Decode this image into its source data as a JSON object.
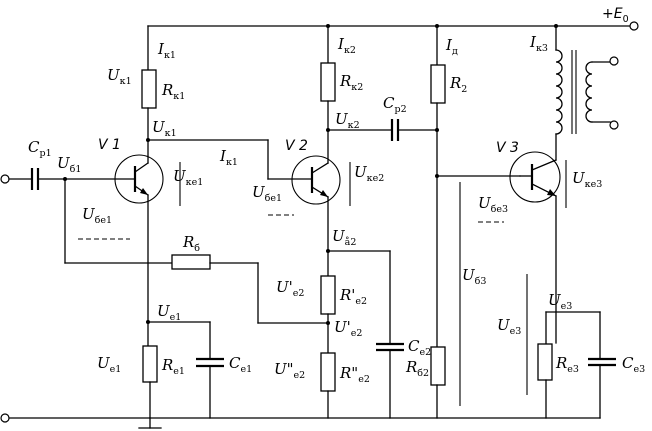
{
  "supply": {
    "main": "+E",
    "sub": "0"
  },
  "transistors": [
    {
      "id": "v1",
      "label": "V 1"
    },
    {
      "id": "v2",
      "label": "V 2"
    },
    {
      "id": "v3",
      "label": "V 3"
    }
  ],
  "labels": {
    "ik1_top": {
      "main": "I",
      "sub": "к1"
    },
    "uk1_left": {
      "main": "U",
      "sub": "к1"
    },
    "rk1": {
      "main": "R",
      "sub": "к1"
    },
    "uk1_mid": {
      "main": "U",
      "sub": "к1"
    },
    "ik1_wire": {
      "main": "I",
      "sub": "к1"
    },
    "cp1": {
      "main": "C",
      "sub": "р1"
    },
    "ub1": {
      "main": "U",
      "sub": "б1"
    },
    "uke1": {
      "main": "U",
      "sub": "кe1"
    },
    "ube1": {
      "main": "U",
      "sub": "бe1"
    },
    "rb": {
      "main": "R",
      "sub": "б"
    },
    "ue1_top": {
      "main": "U",
      "sub": "e1"
    },
    "ue1_left": {
      "main": "U",
      "sub": "e1"
    },
    "re1": {
      "main": "R",
      "sub": "e1"
    },
    "ce1": {
      "main": "C",
      "sub": "e1"
    },
    "ik2": {
      "main": "I",
      "sub": "к2"
    },
    "rk2": {
      "main": "R",
      "sub": "к2"
    },
    "uk2": {
      "main": "U",
      "sub": "к2"
    },
    "cp2": {
      "main": "C",
      "sub": "р2"
    },
    "uke2": {
      "main": "U",
      "sub": "кe2"
    },
    "ube2": {
      "main": "U",
      "sub": "бe1"
    },
    "ue2_node": {
      "main": "U",
      "sub": "å2"
    },
    "ue2p_left": {
      "main": "U'",
      "sub": "e2"
    },
    "re2p": {
      "main": "R'",
      "sub": "e2"
    },
    "ue2p_right": {
      "main": "U'",
      "sub": "e2"
    },
    "ue2pp": {
      "main": "U\"",
      "sub": "e2"
    },
    "re2pp": {
      "main": "R\"",
      "sub": "e2"
    },
    "ce2": {
      "main": "C",
      "sub": "e2"
    },
    "id": {
      "main": "I",
      "sub": "д"
    },
    "r2": {
      "main": "R",
      "sub": "2"
    },
    "ub3": {
      "main": "U",
      "sub": "б3"
    },
    "rb2": {
      "main": "R",
      "sub": "б2"
    },
    "ik3": {
      "main": "I",
      "sub": "к3"
    },
    "uke3": {
      "main": "U",
      "sub": "кe3"
    },
    "ube3": {
      "main": "U",
      "sub": "бe3"
    },
    "ue3_top": {
      "main": "U",
      "sub": "e3"
    },
    "ue3_left": {
      "main": "U",
      "sub": "e3"
    },
    "re3": {
      "main": "R",
      "sub": "e3"
    },
    "ce3": {
      "main": "C",
      "sub": "e3"
    }
  }
}
